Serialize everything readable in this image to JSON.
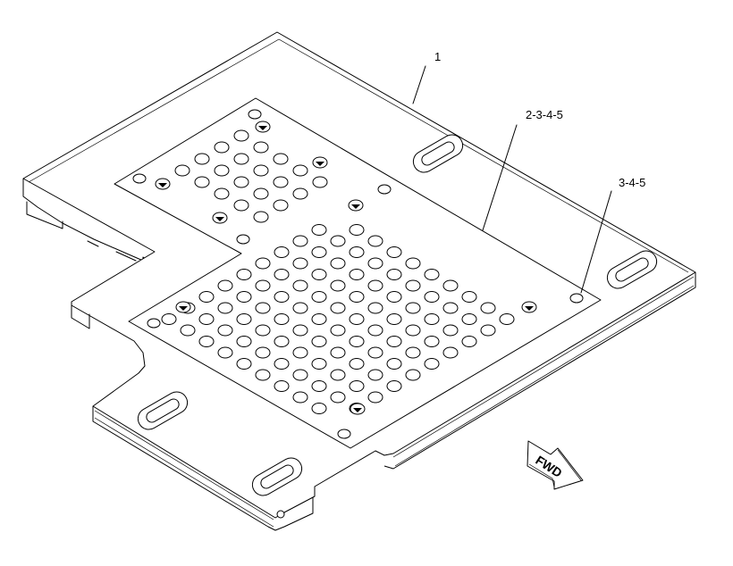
{
  "callouts": [
    {
      "id": "c1",
      "text": "1"
    },
    {
      "id": "c2",
      "text": "2-3-4-5"
    },
    {
      "id": "c3",
      "text": "3-4-5"
    }
  ],
  "direction_indicator": {
    "text": "FWD"
  },
  "icons": {
    "fastener": "countersunk-screw-icon",
    "arrow": "forward-arrow-icon",
    "slot": "mounting-slot-icon"
  }
}
